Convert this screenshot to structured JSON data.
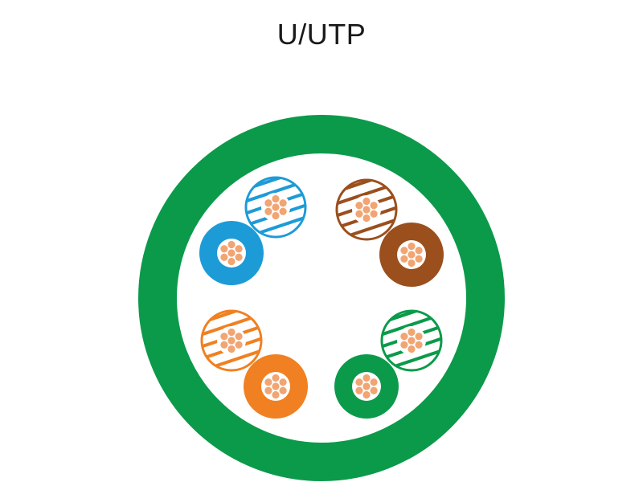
{
  "title": "U/UTP",
  "colors": {
    "jacket": "#0b9a4a",
    "inner": "#ffffff",
    "copper": "#f1a573",
    "copper_outline": "#ffffff"
  },
  "pairs": [
    {
      "name": "blue",
      "color": "#1d9bd7"
    },
    {
      "name": "brown",
      "color": "#9a4f1d"
    },
    {
      "name": "orange",
      "color": "#f08021"
    },
    {
      "name": "green",
      "color": "#0b9a4a"
    }
  ]
}
